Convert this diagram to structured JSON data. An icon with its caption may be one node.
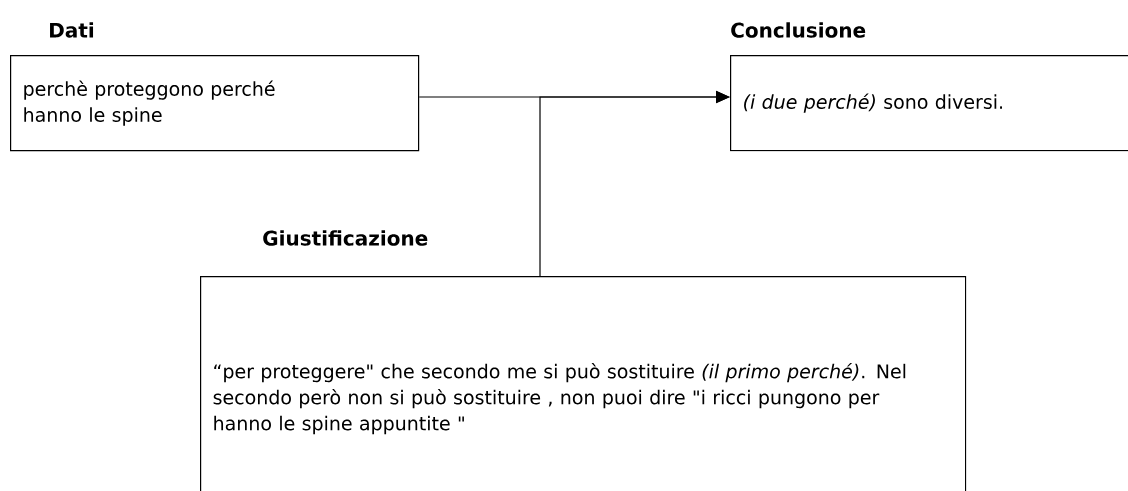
{
  "diagram": {
    "nodes": [
      {
        "text": [
          "Dati",
          "perchè proteggono perché hanno le spine"
        ]
      },
      {
        "text": [
          "Conclusione",
          "*(i due perché)* sono diversi."
        ]
      },
      {
        "text": [
          "Giustificazione",
          "“per proteggere\" che secondo me si può sostituire *(il primo perché)*. Nel secondo però non si può sostituire , non puoi dire \"i ricci pungono per hanno le spine appuntite \""
        ]
      }
    ],
    "edges": [
      {
        "from": 0,
        "to": 1,
        "arrow": "to"
      },
      {
        "from": 2,
        "to": 1,
        "arrow": "to"
      }
    ]
  }
}
